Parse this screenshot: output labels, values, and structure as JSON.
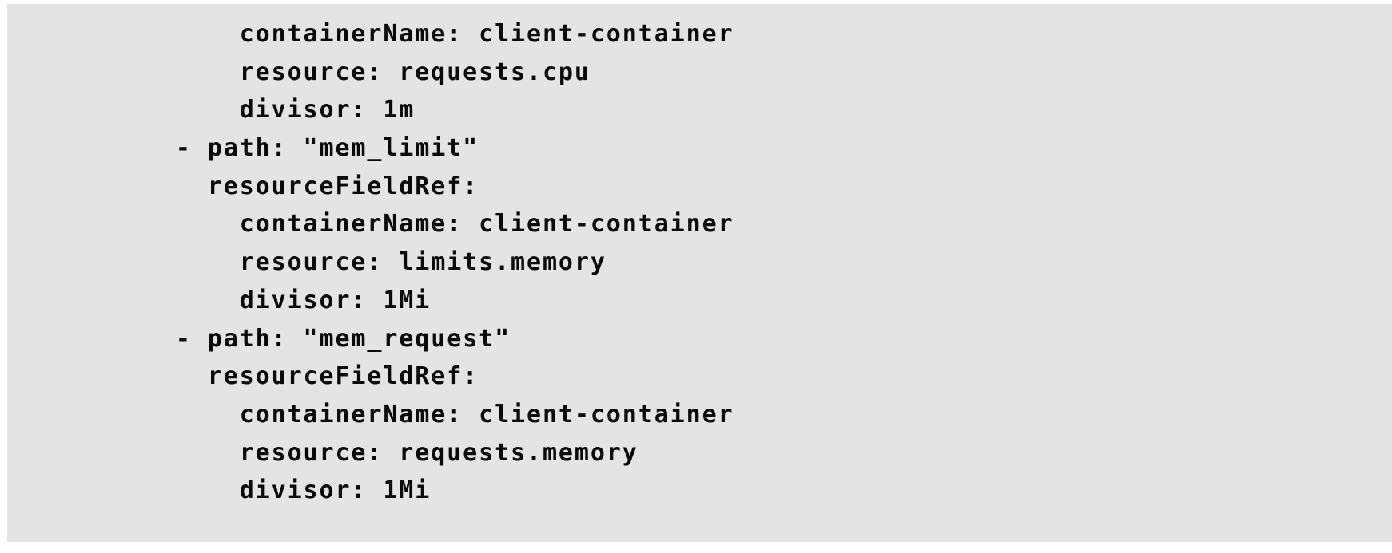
{
  "code_block": {
    "language": "yaml",
    "background_color": "#e4e4e4",
    "text_color": "#0a0a0a",
    "page_background_color": "#ffffff",
    "lines": [
      "        containerName: client-container",
      "        resource: requests.cpu",
      "        divisor: 1m",
      "    - path: \"mem_limit\"",
      "      resourceFieldRef:",
      "        containerName: client-container",
      "        resource: limits.memory",
      "        divisor: 1Mi",
      "    - path: \"mem_request\"",
      "      resourceFieldRef:",
      "        containerName: client-container",
      "        resource: requests.memory",
      "        divisor: 1Mi"
    ],
    "entries": [
      {
        "path": null,
        "containerName": "client-container",
        "resource": "requests.cpu",
        "divisor": "1m"
      },
      {
        "path": "mem_limit",
        "containerName": "client-container",
        "resource": "limits.memory",
        "divisor": "1Mi"
      },
      {
        "path": "mem_request",
        "containerName": "client-container",
        "resource": "requests.memory",
        "divisor": "1Mi"
      }
    ],
    "keys": {
      "container_name": "containerName",
      "resource": "resource",
      "divisor": "divisor",
      "path": "path",
      "resource_field_ref": "resourceFieldRef"
    }
  }
}
